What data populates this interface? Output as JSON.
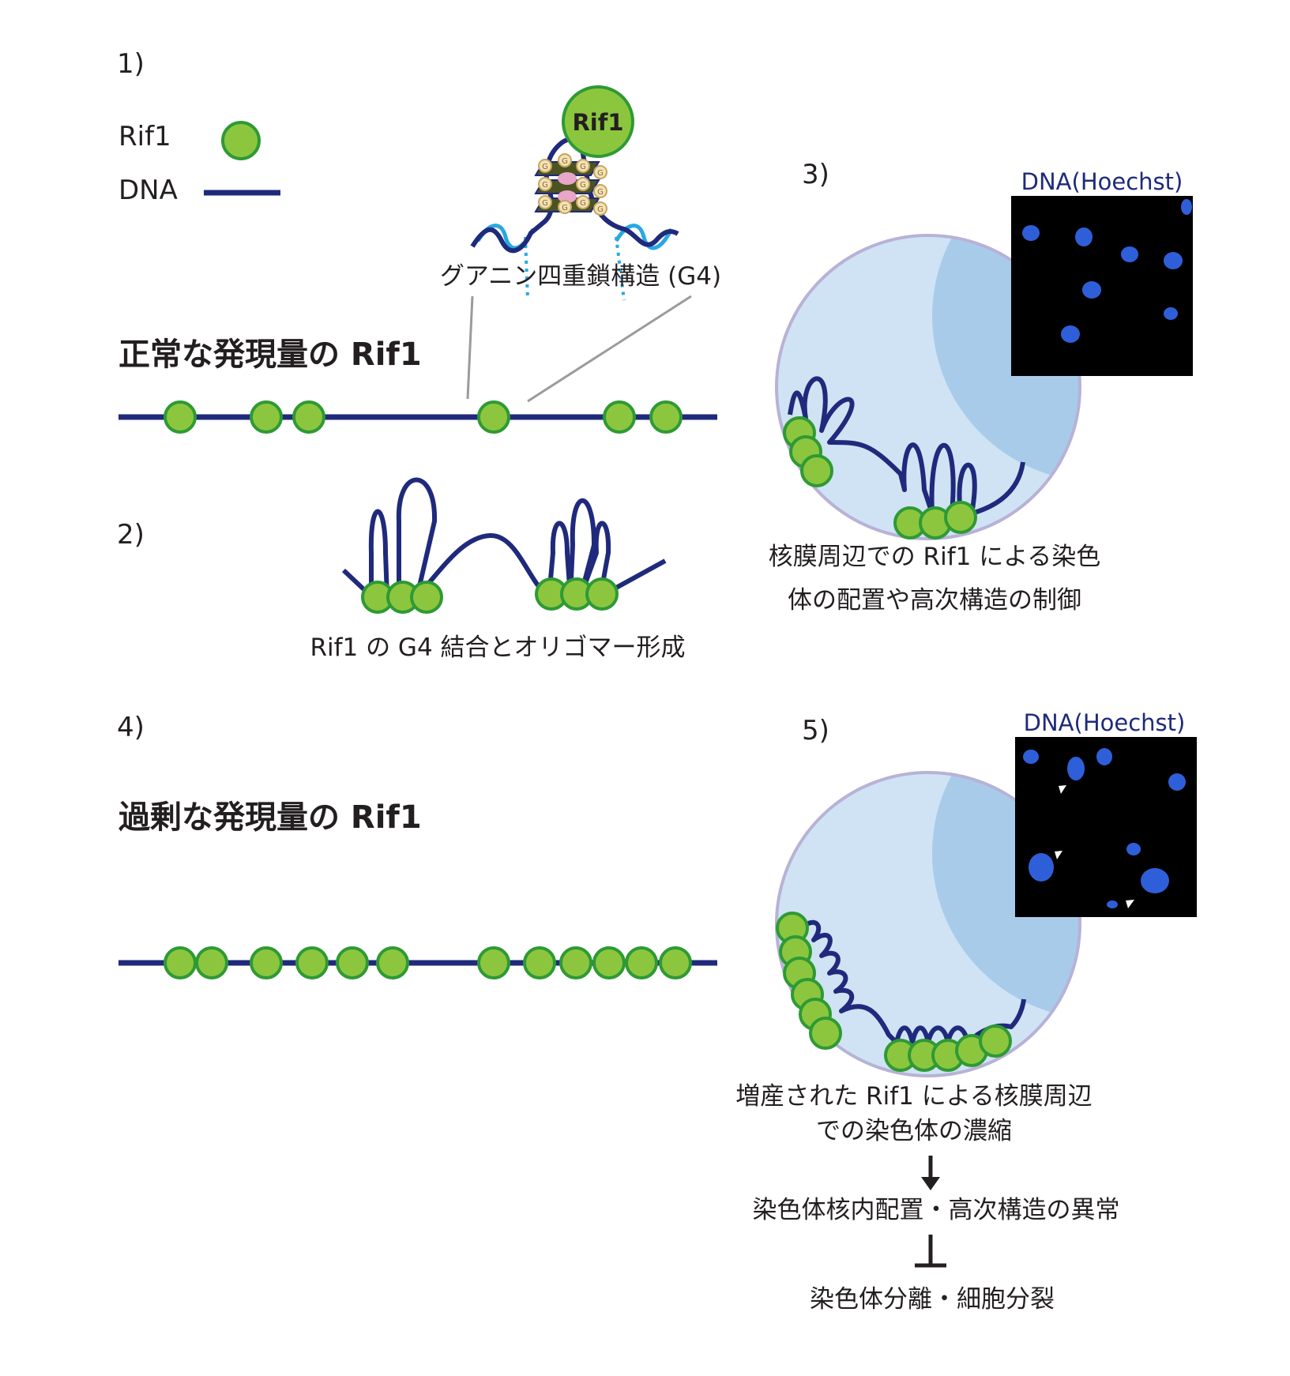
{
  "panels": {
    "p1": "1)",
    "p2": "2)",
    "p3": "3)",
    "p4": "4)",
    "p5": "5)"
  },
  "legend": {
    "rif1": "Rif1",
    "dna": "DNA"
  },
  "g4_structure": {
    "protein_label": "Rif1",
    "base_letter": "G",
    "caption": "グアニン四重鎖構造 (G4)"
  },
  "normal": {
    "heading": "正常な発現量の Rif1"
  },
  "panel2": {
    "caption": "Rif1 の G4 結合とオリゴマー形成"
  },
  "panel3": {
    "image_title": "DNA(Hoechst)",
    "caption_line1": "核膜周辺での Rif1 による染色",
    "caption_line2": "体の配置や高次構造の制御"
  },
  "overexpressed": {
    "heading": "過剰な発現量の Rif1"
  },
  "panel5": {
    "image_title": "DNA(Hoechst)",
    "caption_line1": "増産された Rif1 による核膜周辺",
    "caption_line2": "での染色体の濃縮",
    "result1": "染色体核内配置・高次構造の異常",
    "result2": "染色体分離・細胞分裂"
  },
  "colors": {
    "dna": "#1f2a7c",
    "rif1_fill": "#8cc63f",
    "rif1_stroke": "#2e9a34",
    "g4_strand": "#29a8e0",
    "nucleus": "#cfe3f4",
    "nucleus_border": "#b7b2d6",
    "nucleus_inner": "#a9cbea"
  }
}
